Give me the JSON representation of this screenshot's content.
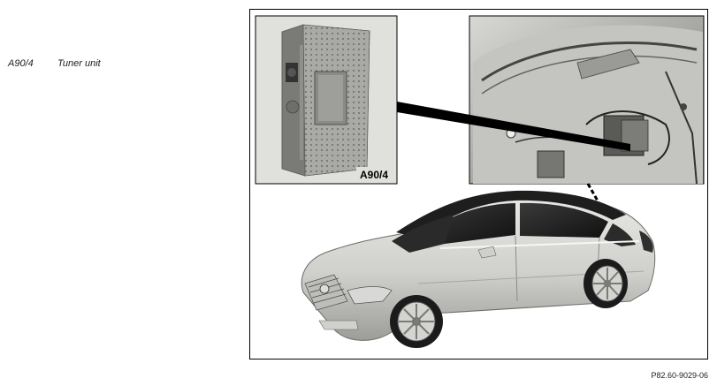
{
  "legend": {
    "code": "A90/4",
    "description": "Tuner unit"
  },
  "figure": {
    "callout_label": "A90/4",
    "reference": "P82.60-9029-06",
    "subject": "tuner-unit-location-on-vehicle"
  }
}
